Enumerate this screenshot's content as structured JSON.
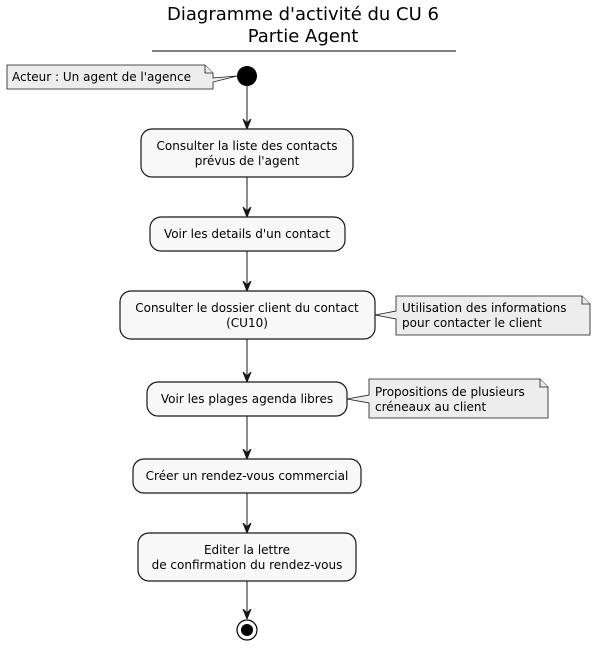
{
  "title": {
    "line1": "Diagramme d'activité du CU 6",
    "line2": "Partie Agent"
  },
  "actor_note": "Acteur : Un agent de l'agence",
  "activities": [
    {
      "id": "a1",
      "lines": [
        "Consulter la liste des contacts",
        "prévus de l'agent"
      ]
    },
    {
      "id": "a2",
      "lines": [
        "Voir les details d'un contact"
      ]
    },
    {
      "id": "a3",
      "lines": [
        "Consulter le dossier client du contact",
        "(CU10)"
      ]
    },
    {
      "id": "a4",
      "lines": [
        "Voir les plages agenda libres"
      ]
    },
    {
      "id": "a5",
      "lines": [
        "Créer un rendez-vous commercial"
      ]
    },
    {
      "id": "a6",
      "lines": [
        "Editer la lettre",
        "de confirmation du rendez-vous"
      ]
    }
  ],
  "notes": [
    {
      "attached_to": "a3",
      "lines": [
        "Utilisation des informations",
        "pour contacter le client"
      ]
    },
    {
      "attached_to": "a4",
      "lines": [
        "Propositions de plusieurs",
        "créneaux au client"
      ]
    }
  ],
  "colors": {
    "activity_fill": "#F8F8F8",
    "note_fill": "#EDEDED",
    "stroke": "#181818"
  }
}
